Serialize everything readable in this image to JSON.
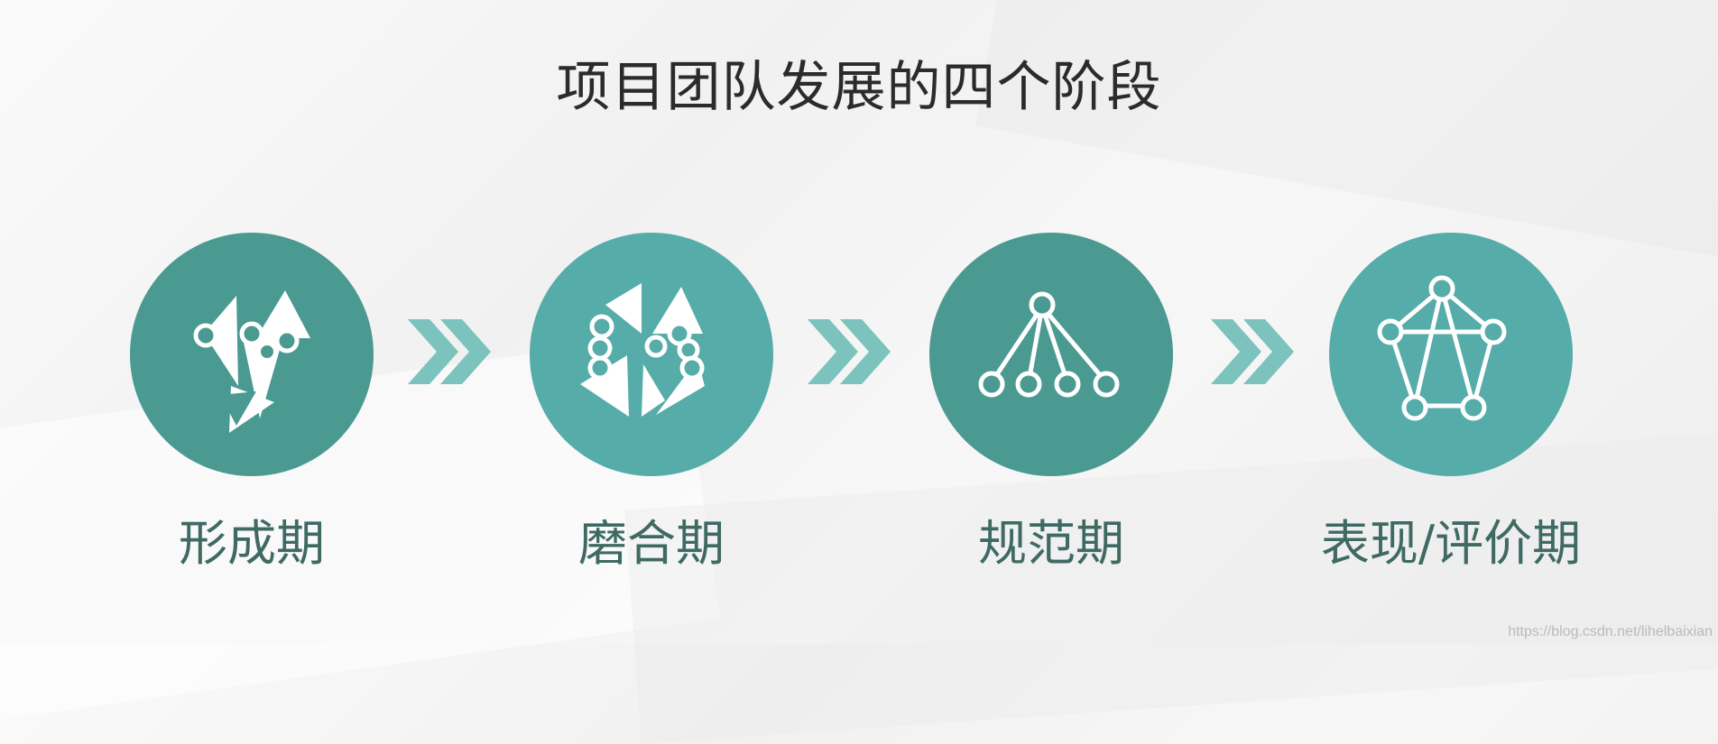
{
  "title": "项目团队发展的四个阶段",
  "stages": [
    {
      "label": "形成期",
      "icon": "scattered-triangles-icon",
      "color": "#4a9a92"
    },
    {
      "label": "磨合期",
      "icon": "clashing-triangles-icon",
      "color": "#55aca8"
    },
    {
      "label": "规范期",
      "icon": "hierarchy-tree-icon",
      "color": "#4a9a92"
    },
    {
      "label": "表现/评价期",
      "icon": "network-pentagon-icon",
      "color": "#55aca8"
    }
  ],
  "arrow_color": "#7cc2bd",
  "label_color": "#3f6a63",
  "watermark": "https://blog.csdn.net/lihelbaixian"
}
